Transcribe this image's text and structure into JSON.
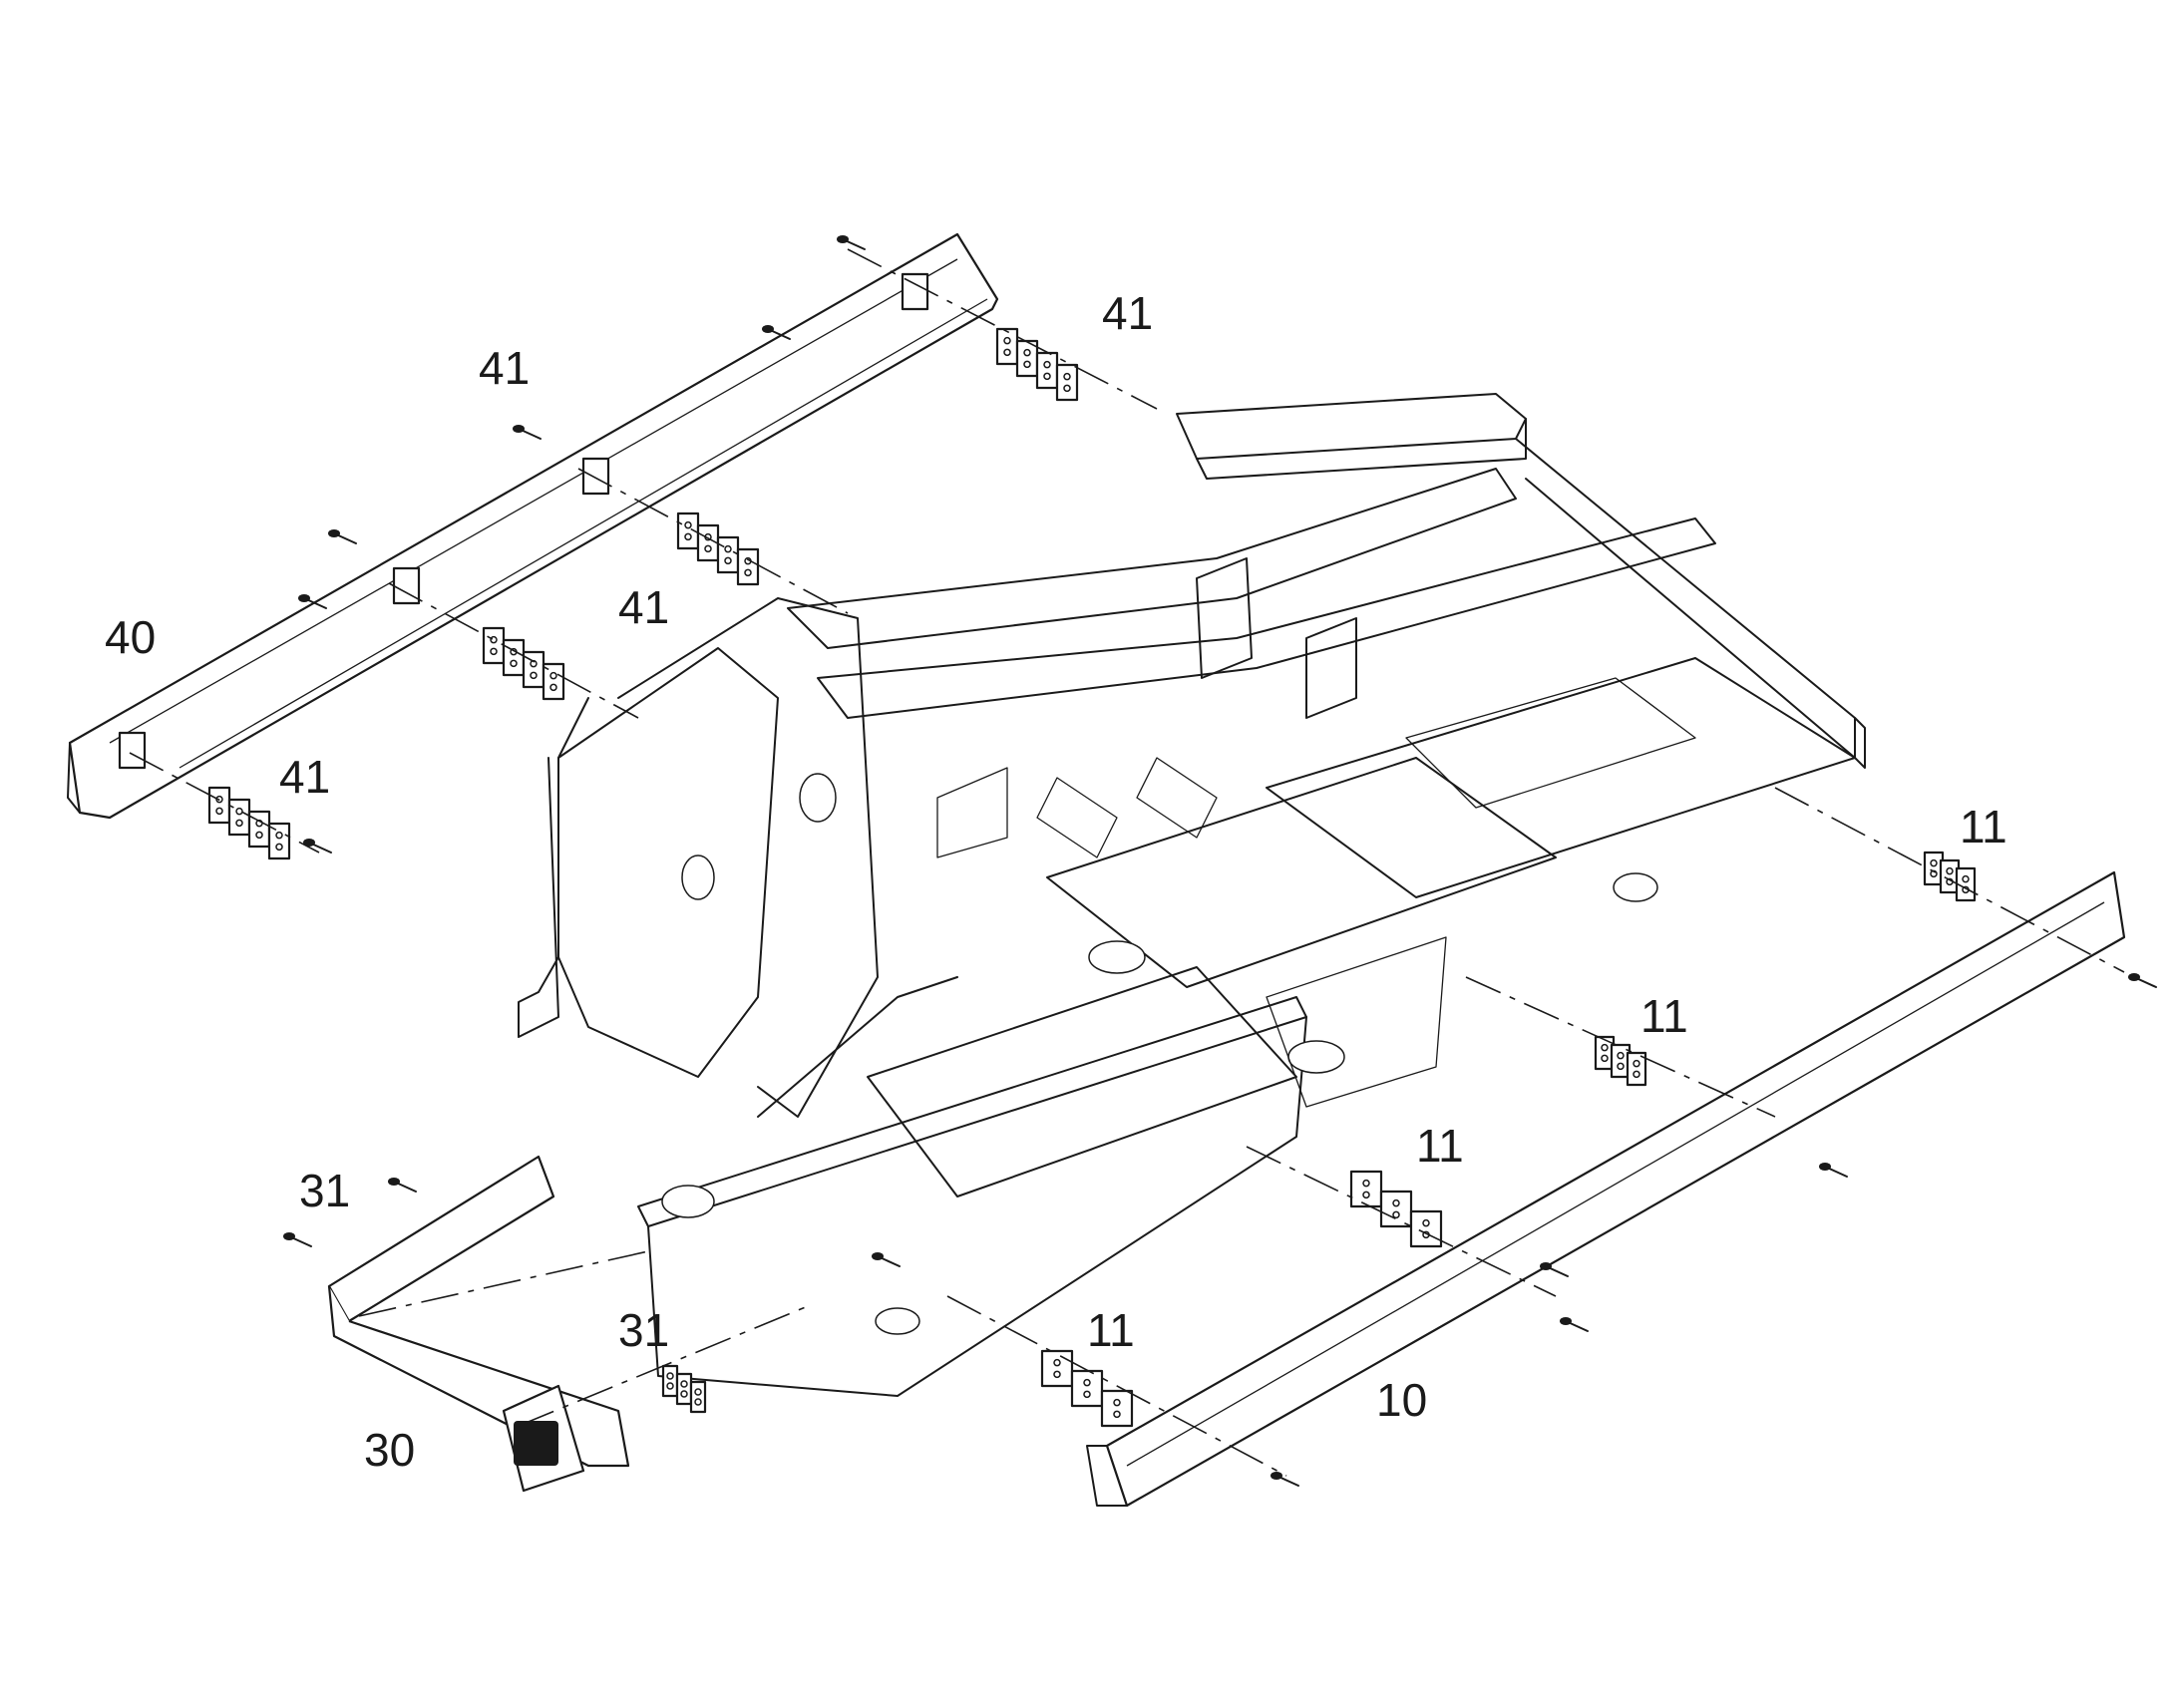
{
  "callouts": {
    "c41_top_left": "41",
    "c41_top_right": "41",
    "c41_middle": "41",
    "c41_left": "41",
    "c40": "40",
    "c11_right_top": "11",
    "c11_right_mid": "11",
    "c11_center": "11",
    "c11_lower": "11",
    "c10": "10",
    "c31_upper": "31",
    "c31_lower": "31",
    "c30": "30"
  }
}
